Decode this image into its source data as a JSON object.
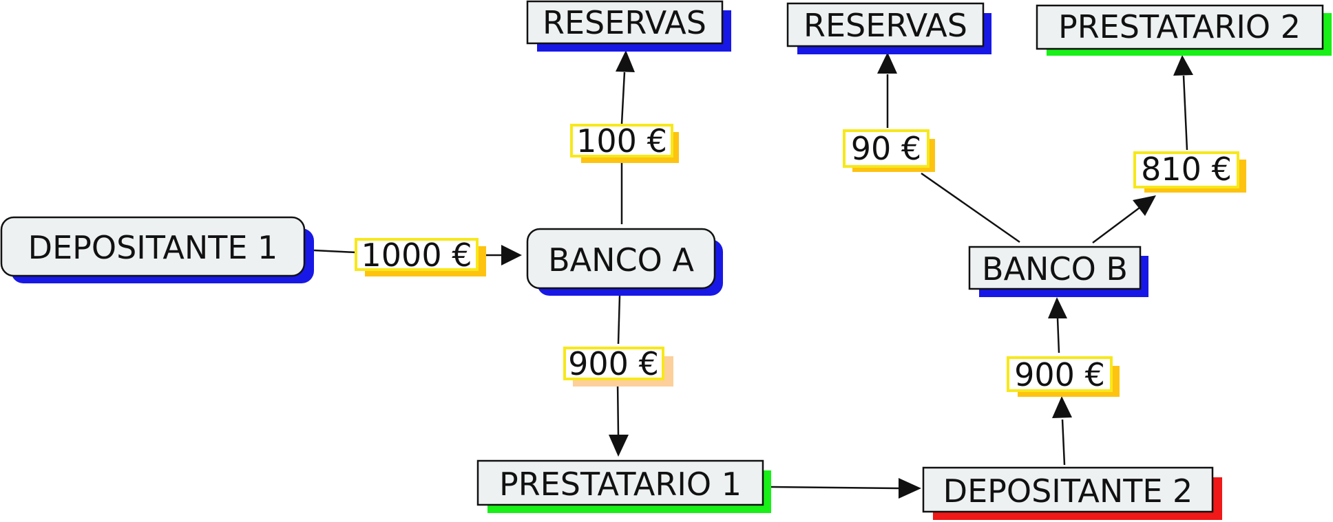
{
  "colors": {
    "blue": "#1818e6",
    "green": "#18f018",
    "red": "#f01818",
    "gold": "#fdc310",
    "peach": "#fdcf9a",
    "node_fill": "#edf1f2",
    "label_border": "#f7e81a"
  },
  "nodes": {
    "depositante1": {
      "label": "DEPOSITANTE 1",
      "shadow": "blue"
    },
    "banco_a": {
      "label": "BANCO A",
      "shadow": "blue"
    },
    "reservas_a": {
      "label": "RESERVAS",
      "shadow": "blue"
    },
    "prestatario1": {
      "label": "PRESTATARIO 1",
      "shadow": "green"
    },
    "depositante2": {
      "label": "DEPOSITANTE 2",
      "shadow": "red"
    },
    "banco_b": {
      "label": "BANCO B",
      "shadow": "blue"
    },
    "reservas_b": {
      "label": "RESERVAS",
      "shadow": "blue"
    },
    "prestatario2": {
      "label": "PRESTATARIO 2",
      "shadow": "green"
    }
  },
  "edges": {
    "dep1_to_banco_a": {
      "label": "1000 €",
      "shadow": "gold"
    },
    "banco_a_to_reservas": {
      "label": "100 €",
      "shadow": "gold"
    },
    "banco_a_to_prestatario1": {
      "label": "900 €",
      "shadow": "peach"
    },
    "prestatario1_to_dep2": {
      "label": ""
    },
    "dep2_to_banco_b": {
      "label": "900 €",
      "shadow": "gold"
    },
    "banco_b_to_reservas": {
      "label": "90 €",
      "shadow": "gold"
    },
    "banco_b_to_prestatario2": {
      "label": "810 €",
      "shadow": "gold"
    }
  }
}
